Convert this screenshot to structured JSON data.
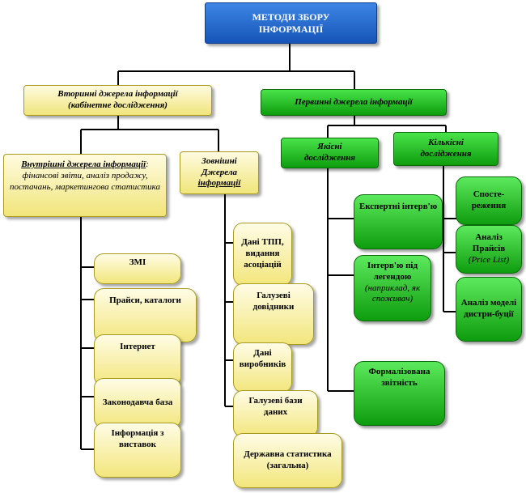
{
  "root": {
    "line1": "МЕТОДИ ЗБОРУ",
    "line2": "ІНФОРМАЦІЇ"
  },
  "secondary": {
    "line1": "Вторинні джерела інформації",
    "line2": "(кабінетне дослідження)"
  },
  "primary": {
    "label": "Первинні джерела інформації"
  },
  "internal": {
    "title": "Внутрішні джерела інформації",
    "details": ": фінансові звіти, аналіз продажу, постачань, маркетингова статистика"
  },
  "external": {
    "line1": "Зовнішні",
    "line2": "Джерела",
    "line3": "інформації"
  },
  "qualitative": {
    "line1": "Якісні",
    "line2": "дослідження"
  },
  "quantitative": {
    "line1": "Кількісні",
    "line2": "дослідження"
  },
  "internal_items": [
    "ЗМІ",
    "Прайси, каталоги",
    "Інтернет",
    "Законодавча база",
    "Інформація з виставок"
  ],
  "external_items": [
    "Дані ТПП, видання асоціацій",
    "Галузеві довідники",
    "Дані виробників",
    "Галузеві бази даних",
    "Державна статистика (загальна)"
  ],
  "qualitative_items": {
    "expert": "Експертні інтерв'ю",
    "legend": "Інтерв'ю під легендою",
    "legend_note": "(наприклад, як споживач)",
    "formal": "Формалізована звітність"
  },
  "quantitative_items": {
    "observation": "Спосте-реження",
    "price": "Аналіз Прайсів",
    "price_note": "(Price List)",
    "model": "Аналіз моделі дистри-буції"
  },
  "colors": {
    "blue": "#1f5fc8",
    "yellow": "#f6eea0",
    "green": "#1cb81c",
    "line": "#000000"
  }
}
